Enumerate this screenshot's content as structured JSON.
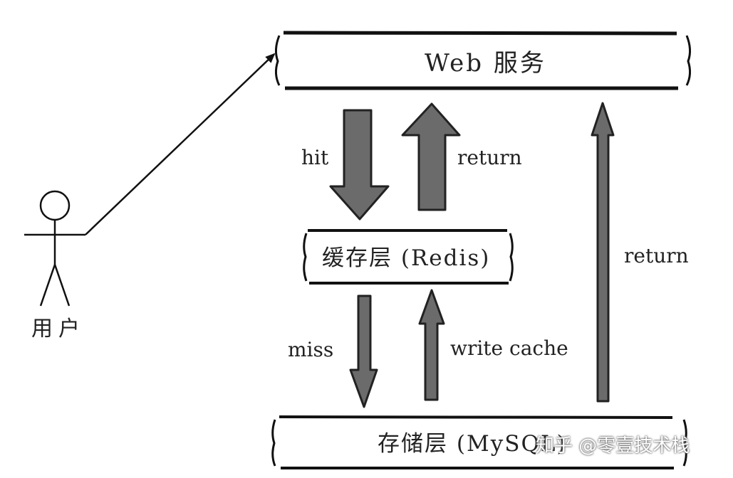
{
  "boxes": {
    "web": "Web 服务",
    "cache": "缓存层 (Redis)",
    "storage": "存储层 (MySQL)"
  },
  "actor": {
    "label": "用户"
  },
  "arrows": {
    "hit": "hit",
    "return_from_cache": "return",
    "miss": "miss",
    "write_cache": "write cache",
    "return_from_storage": "return"
  },
  "watermark": "知乎 @零壹技术栈",
  "colors": {
    "arrow_fill": "#6b6b6b",
    "line": "#111111",
    "text": "#222222"
  }
}
